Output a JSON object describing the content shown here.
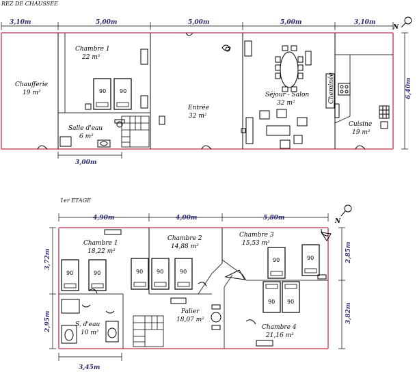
{
  "floors": [
    {
      "title": "REZ DE CHAUSSEE",
      "top_dims": [
        "3,10m",
        "5,00m",
        "5,00m",
        "5,00m",
        "3,10m"
      ],
      "right_dim": "6,40m",
      "bottom_dim": "3,00m",
      "north": "N",
      "rooms": [
        {
          "name": "Chaufferie",
          "area": "19 m²"
        },
        {
          "name": "Chambre 1",
          "area": "22 m²"
        },
        {
          "name": "Salle d'eau",
          "area": "6 m²"
        },
        {
          "name": "Entrée",
          "area": "32 m²"
        },
        {
          "name": "Séjour - Salon",
          "area": "32 m²"
        },
        {
          "name": "Cuisine",
          "area": "19 m²"
        }
      ],
      "fireplace": "Cheminée",
      "bed_label": "90"
    },
    {
      "title": "1er ETAGE",
      "top_dims": [
        "4,90m",
        "4,00m",
        "5,80m"
      ],
      "left_dims": [
        "3,72m",
        "2,95m"
      ],
      "right_dims": [
        "2,85m",
        "3,82m"
      ],
      "bottom_dim": "3,45m",
      "north": "N",
      "rooms": [
        {
          "name": "Chambre 1",
          "area": "18,22 m²"
        },
        {
          "name": "Chambre 2",
          "area": "14,88 m²"
        },
        {
          "name": "Chambre 3",
          "area": "15,53 m²"
        },
        {
          "name": "Palier",
          "area": "18,07 m²"
        },
        {
          "name": "S. d'eau",
          "area": "10 m²"
        },
        {
          "name": "Chambre 4",
          "area": "21,16 m²"
        }
      ],
      "bed_label": "90"
    }
  ]
}
